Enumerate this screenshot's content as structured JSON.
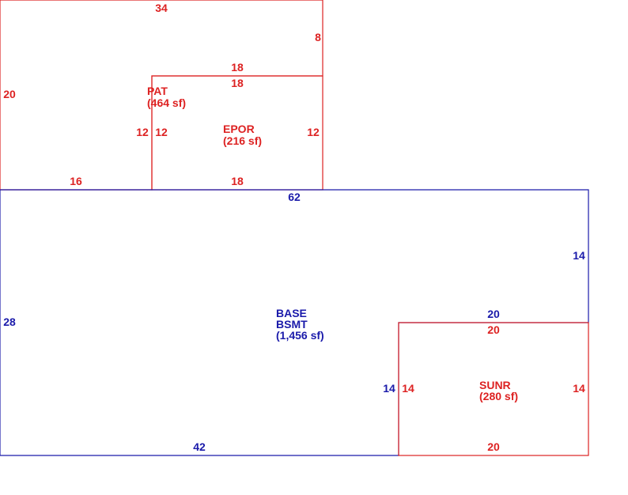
{
  "colors": {
    "red": "#dd2222",
    "blue": "#1a1aaa"
  },
  "areas": {
    "pat": {
      "code": "PAT",
      "area": "(464 sf)"
    },
    "epor": {
      "code": "EPOR",
      "area": "(216 sf)"
    },
    "base": {
      "code": "BASE",
      "sub": "BSMT",
      "area": "(1,456 sf)"
    },
    "sunr": {
      "code": "SUNR",
      "area": "(280 sf)"
    }
  },
  "dims": {
    "pat_top": "34",
    "pat_right_upper": "8",
    "pat_left": "20",
    "pat_bottom_left": "16",
    "pat_inner_left": "12",
    "pat_inner_top": "18",
    "epor_top": "18",
    "epor_left": "12",
    "epor_right": "12",
    "epor_bottom": "18",
    "base_top": "62",
    "base_left": "28",
    "base_right_upper": "14",
    "base_bottom": "42",
    "base_notch_top": "20",
    "base_notch_left": "14",
    "sunr_top": "20",
    "sunr_left": "14",
    "sunr_right": "14",
    "sunr_bottom": "20"
  }
}
